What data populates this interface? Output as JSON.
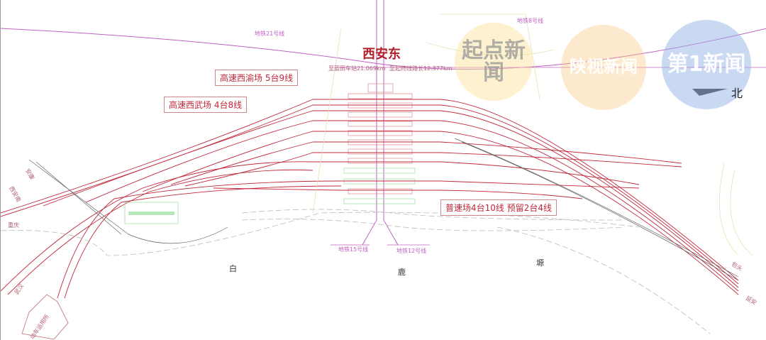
{
  "station": {
    "name": "西安东",
    "note_left": "至蓝田车站21.069km",
    "note_right": "至起终线路长12.377km"
  },
  "yards": [
    {
      "label": "高速西渝场  5台9线"
    },
    {
      "label": "高速西武场  4台8线"
    },
    {
      "label": "普速场4台10线  预留2台4线"
    }
  ],
  "metro": [
    {
      "label": "地铁21号线"
    },
    {
      "label": "地铁8号线"
    },
    {
      "label": "地铁15号线"
    },
    {
      "label": "地铁12号线"
    }
  ],
  "directions": {
    "ankang": "安康",
    "xianan": "西安南",
    "chongqing": "重庆",
    "wuhan": "武汉",
    "depot": "动车运用所",
    "baotou": "包头",
    "yanan": "延安"
  },
  "plateau": [
    "白",
    "鹿",
    "塬"
  ],
  "north": "北",
  "watermarks": [
    "起点新闻",
    "陕视新闻",
    "第1新闻"
  ],
  "colors": {
    "track": "#c0283a",
    "metro": "#c060c0",
    "green": "#7bd07b"
  }
}
